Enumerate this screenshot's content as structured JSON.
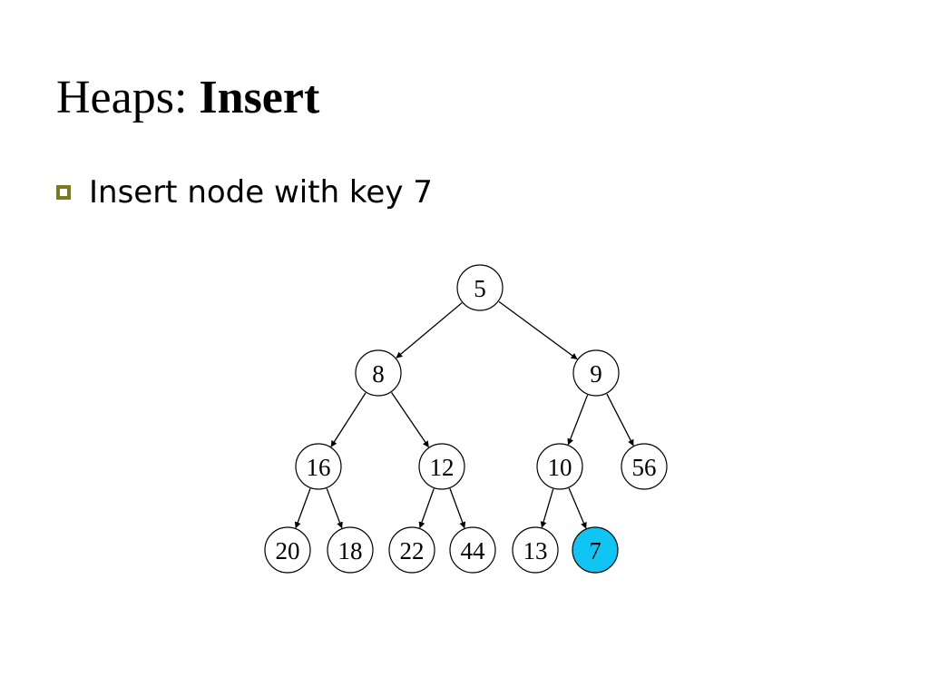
{
  "title": {
    "prefix": "Heaps: ",
    "emphasis": "Insert"
  },
  "bullets": [
    {
      "text": "Insert node with key 7",
      "icon": "hollow-square-bullet-icon",
      "icon_color": "#7a7a1e"
    }
  ],
  "heap": {
    "highlight_color": "#10c4f4",
    "nodes": [
      {
        "id": "n5",
        "key": "5"
      },
      {
        "id": "n8",
        "key": "8"
      },
      {
        "id": "n9",
        "key": "9"
      },
      {
        "id": "n16",
        "key": "16"
      },
      {
        "id": "n12",
        "key": "12"
      },
      {
        "id": "n10",
        "key": "10"
      },
      {
        "id": "n56",
        "key": "56"
      },
      {
        "id": "n20",
        "key": "20"
      },
      {
        "id": "n18",
        "key": "18"
      },
      {
        "id": "n22",
        "key": "22"
      },
      {
        "id": "n44",
        "key": "44"
      },
      {
        "id": "n13",
        "key": "13"
      },
      {
        "id": "n7",
        "key": "7",
        "highlighted": true
      }
    ],
    "edges": [
      {
        "from": "n5",
        "to": "n8"
      },
      {
        "from": "n5",
        "to": "n9"
      },
      {
        "from": "n8",
        "to": "n16"
      },
      {
        "from": "n8",
        "to": "n12"
      },
      {
        "from": "n9",
        "to": "n10"
      },
      {
        "from": "n9",
        "to": "n56"
      },
      {
        "from": "n16",
        "to": "n20"
      },
      {
        "from": "n16",
        "to": "n18"
      },
      {
        "from": "n12",
        "to": "n22"
      },
      {
        "from": "n12",
        "to": "n44"
      },
      {
        "from": "n10",
        "to": "n13"
      },
      {
        "from": "n10",
        "to": "n7"
      }
    ]
  }
}
